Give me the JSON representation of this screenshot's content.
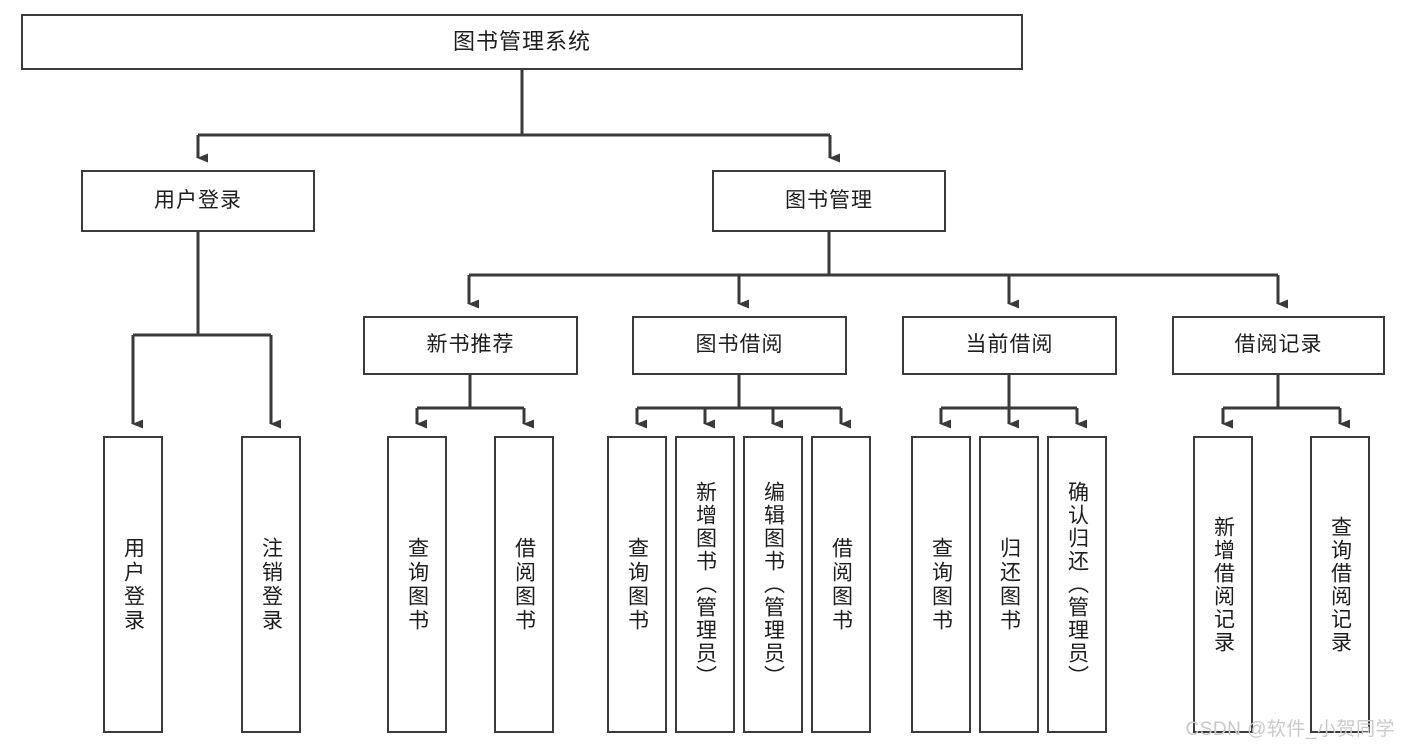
{
  "diagram": {
    "type": "tree",
    "title": "图书管理系统",
    "orientation": "top-down",
    "line_color": "#3a3a3a",
    "background_color": "#ffffff",
    "text_color": "#1d1d1d",
    "levels": 4
  },
  "nodes": {
    "root": {
      "label": "图书管理系统"
    },
    "level2": [
      {
        "label": "用户登录"
      },
      {
        "label": "图书管理"
      }
    ],
    "level3": [
      {
        "label": "新书推荐"
      },
      {
        "label": "图书借阅"
      },
      {
        "label": "当前借阅"
      },
      {
        "label": "借阅记录"
      }
    ],
    "leaves": {
      "user_login": [
        {
          "label": "用户登录"
        },
        {
          "label": "注销登录"
        }
      ],
      "new_book_recommend": [
        {
          "label": "查询图书"
        },
        {
          "label": "借阅图书"
        }
      ],
      "book_borrow": [
        {
          "label": "查询图书"
        },
        {
          "label": "新增图书（管理员）"
        },
        {
          "label": "编辑图书（管理员）"
        },
        {
          "label": "借阅图书"
        }
      ],
      "current_borrow": [
        {
          "label": "查询图书"
        },
        {
          "label": "归还图书"
        },
        {
          "label": "确认归还（管理员）"
        }
      ],
      "borrow_record": [
        {
          "label": "新增借阅记录"
        },
        {
          "label": "查询借阅记录"
        }
      ]
    }
  },
  "watermark": {
    "text": "CSDN @软件_小贺同学"
  }
}
